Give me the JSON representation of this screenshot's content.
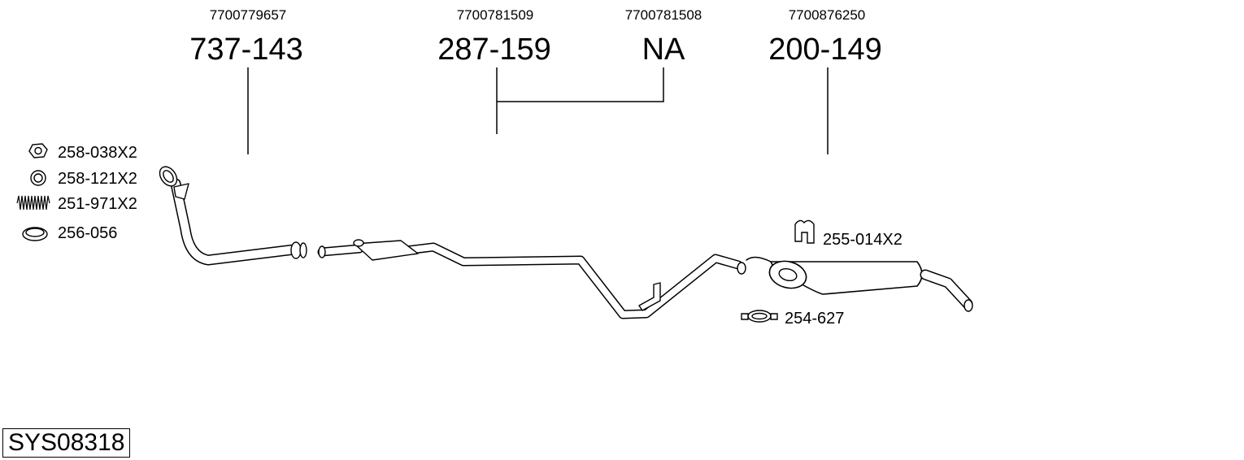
{
  "oe_numbers": {
    "col1": "7700779657",
    "col2": "7700781509",
    "col3": "7700781508",
    "col4": "7700876250"
  },
  "part_numbers": {
    "col1": "737-143",
    "col2": "287-159",
    "col3": "NA",
    "col4": "200-149"
  },
  "accessories": {
    "nut": "258-038X2",
    "ring": "258-121X2",
    "spring": "251-971X2",
    "gasket": "256-056",
    "rubber_mount": "255-014X2",
    "clamp": "254-627"
  },
  "system_id": "SYS08318",
  "colors": {
    "line": "#000000",
    "background": "#ffffff",
    "pipe_fill": "#ffffff"
  }
}
